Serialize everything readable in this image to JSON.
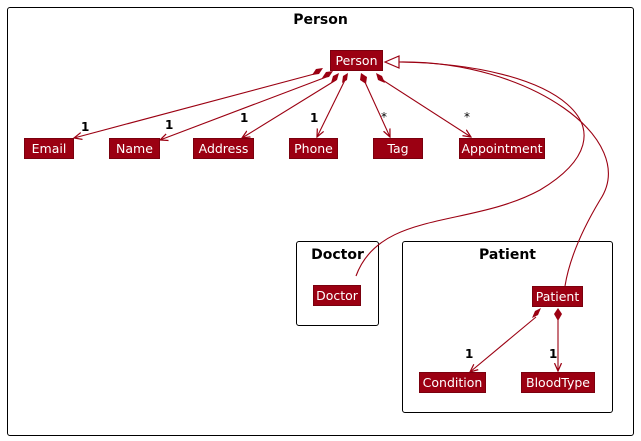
{
  "packages": {
    "person": "Person",
    "doctor": "Doctor",
    "patient": "Patient"
  },
  "classes": {
    "person": "Person",
    "email": "Email",
    "name": "Name",
    "address": "Address",
    "phone": "Phone",
    "tag": "Tag",
    "appointment": "Appointment",
    "doctor": "Doctor",
    "patient": "Patient",
    "condition": "Condition",
    "bloodtype": "BloodType"
  },
  "multiplicities": {
    "email": "1",
    "name": "1",
    "address": "1",
    "phone": "1",
    "tag": "*",
    "appointment": "*",
    "condition": "1",
    "bloodtype": "1"
  },
  "colors": {
    "class_fill": "#9b0012",
    "class_text": "#ffffff",
    "edge": "#9b0012"
  }
}
